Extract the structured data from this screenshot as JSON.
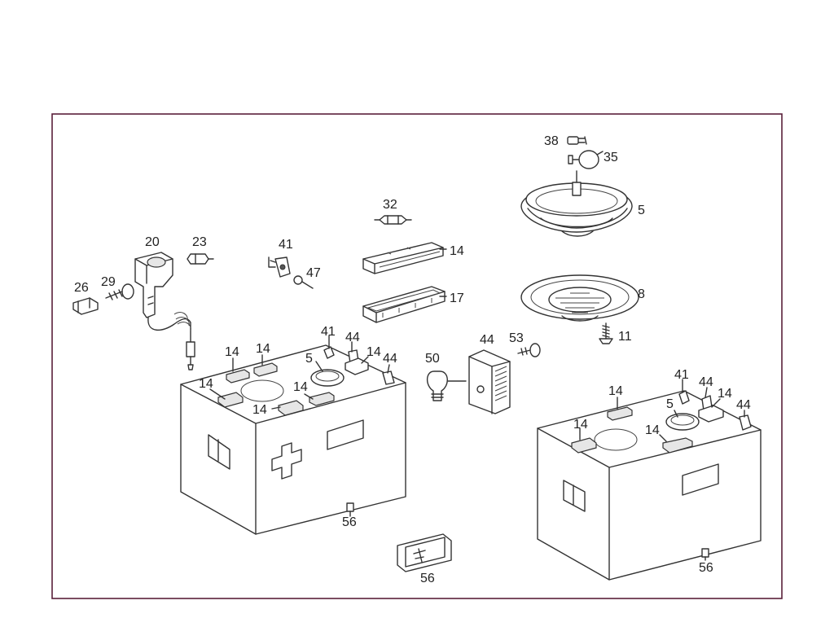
{
  "frame_color": "#5a1f3a",
  "line_color": "#333333",
  "labels": {
    "l38": "38",
    "l35": "35",
    "l5a": "5",
    "l32": "32",
    "l14a": "14",
    "l17": "17",
    "l8": "8",
    "l11": "11",
    "l20": "20",
    "l23": "23",
    "l41a": "41",
    "l47": "47",
    "l26": "26",
    "l29": "29",
    "l14b": "14",
    "l14c": "14",
    "l41b": "41",
    "l44a": "44",
    "l14d": "14",
    "l44b": "44",
    "l5b": "5",
    "l14e": "14",
    "l14f": "14",
    "l14g": "14",
    "l50": "50",
    "l44c": "44",
    "l53": "53",
    "l56a": "56",
    "l56b": "56",
    "l41c": "41",
    "l44d": "44",
    "l14h": "14",
    "l44e": "44",
    "l5c": "5",
    "l14i": "14",
    "l14j": "14",
    "l14k": "14",
    "l56c": "56"
  }
}
